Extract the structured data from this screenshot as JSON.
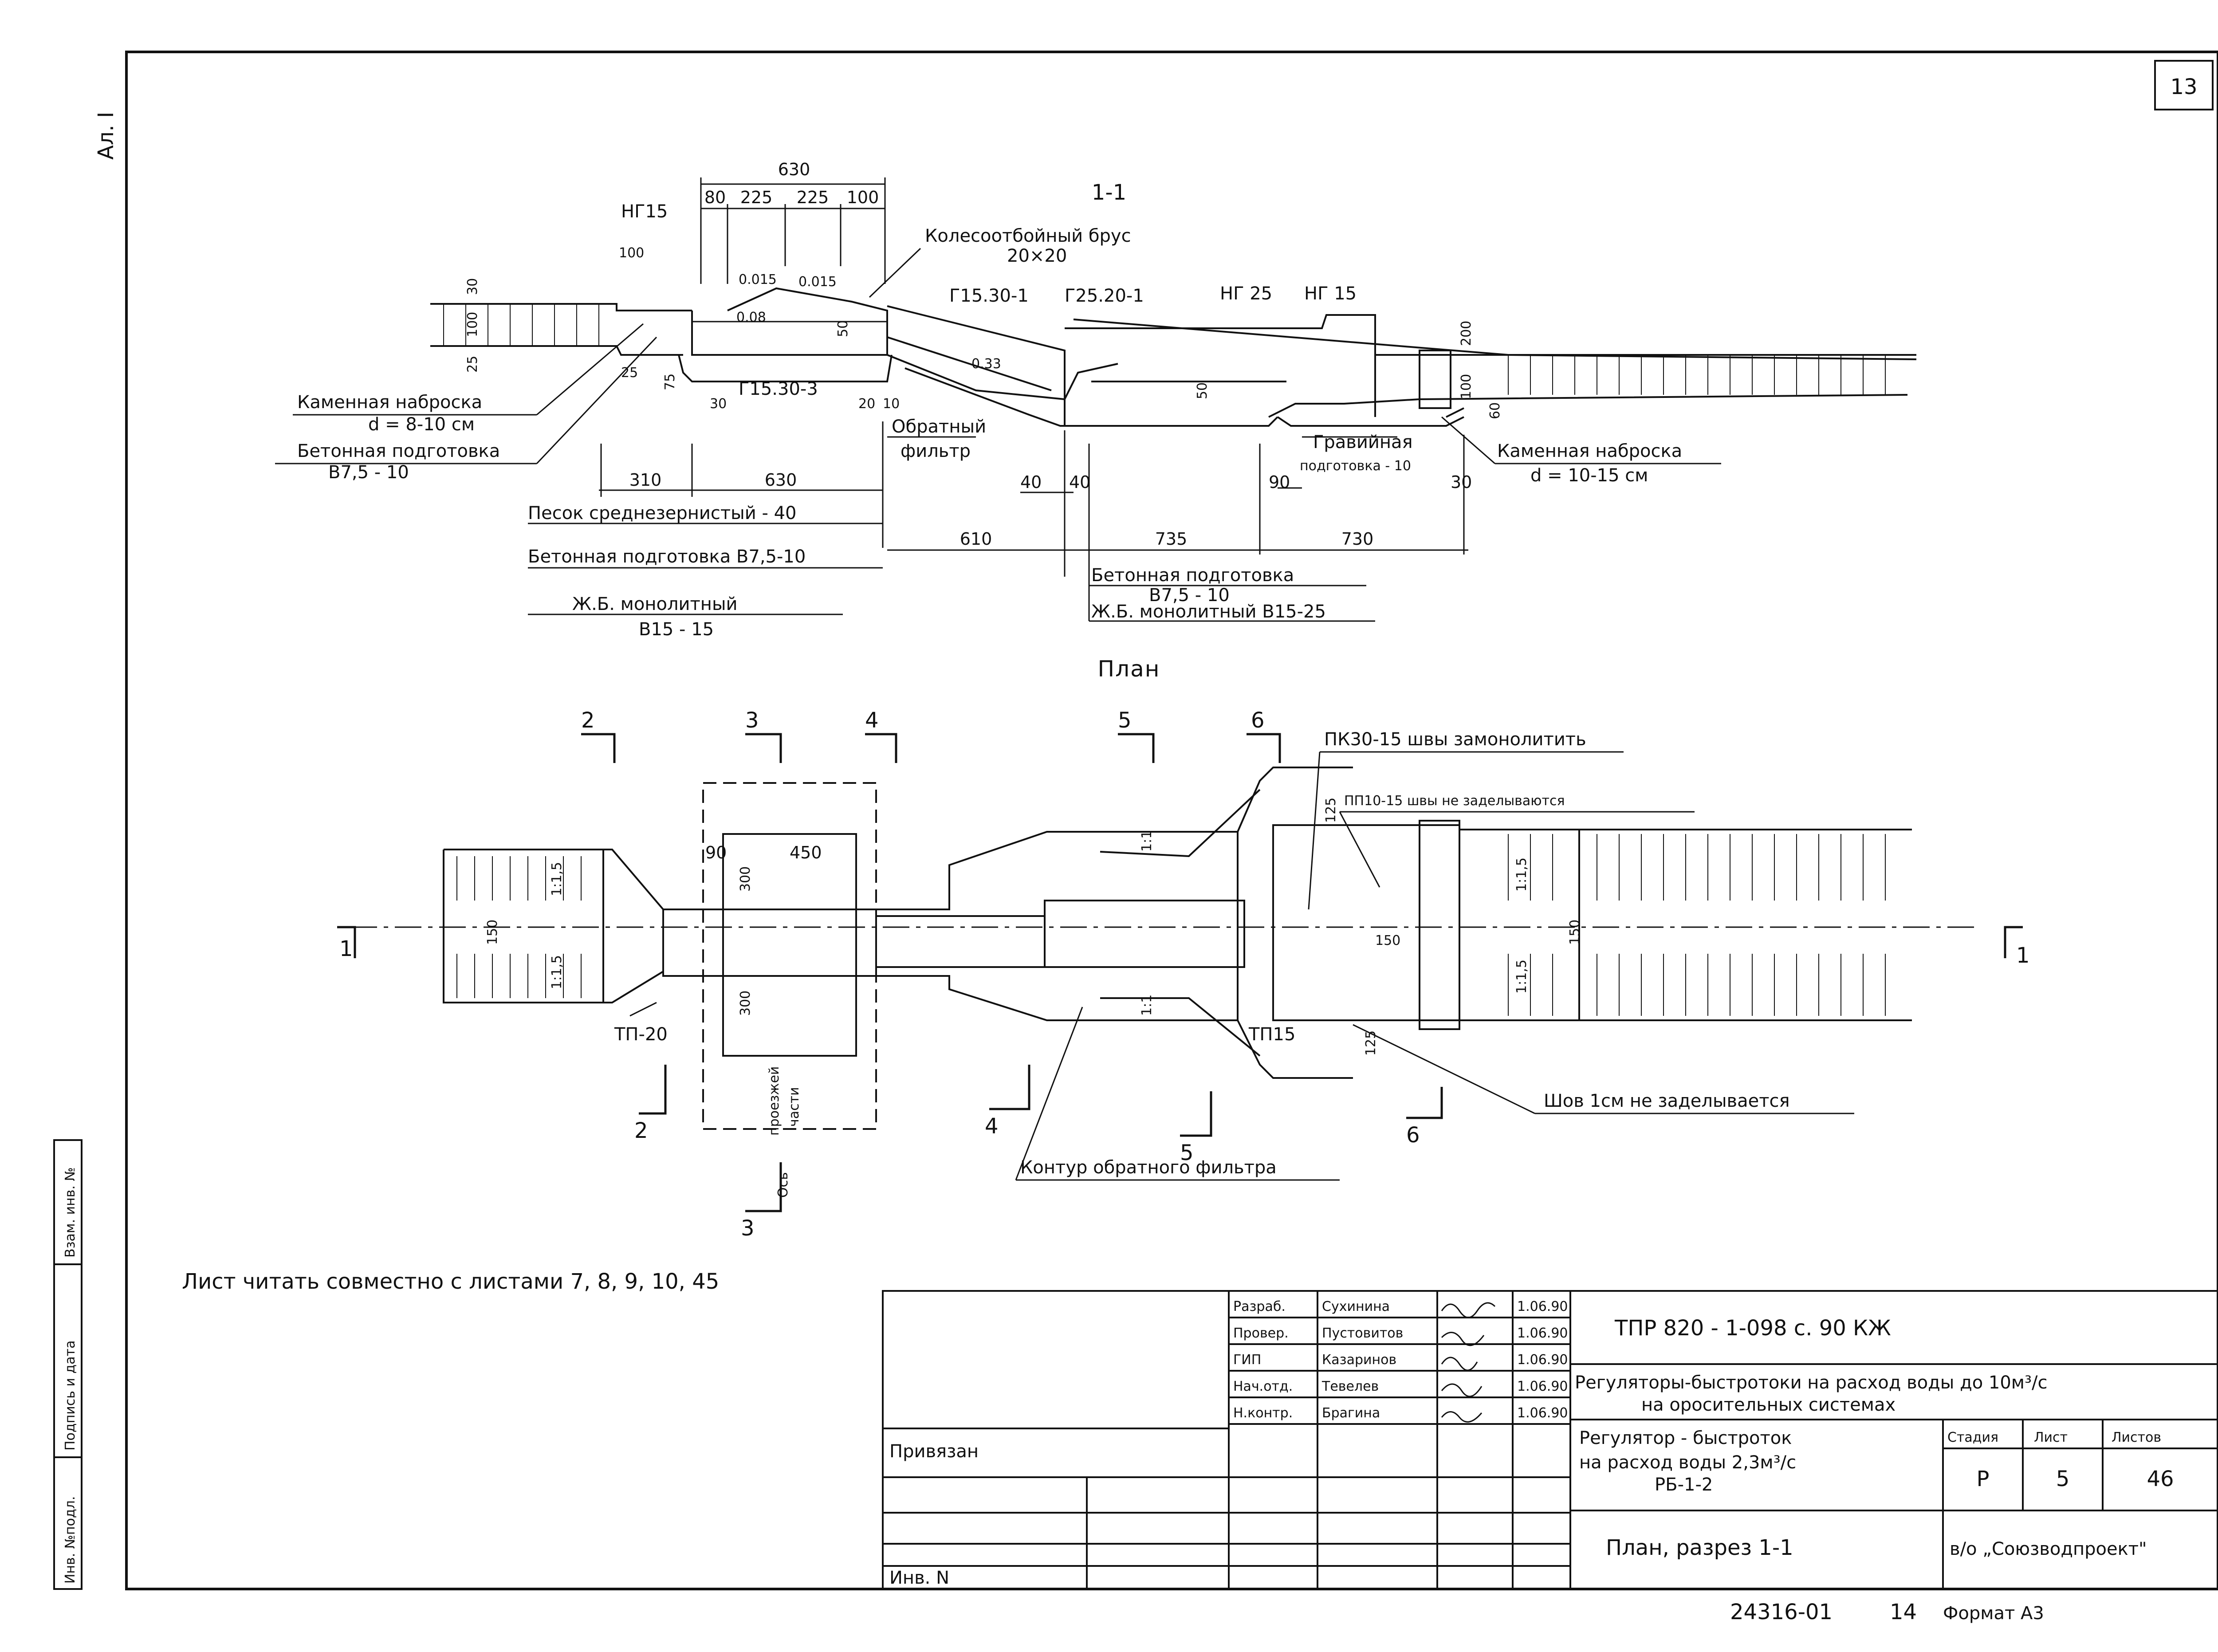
{
  "sheet": {
    "page_number": "13",
    "corner_mark": "Ал. I",
    "note": "Лист читать совместно с листами 7, 8, 9, 10, 45",
    "footer_code": "24316-01",
    "footer_sheet": "14",
    "format": "Формат А3"
  },
  "section": {
    "title": "1-1",
    "dims_top": [
      "630",
      "80",
      "225",
      "225",
      "100"
    ],
    "labels": {
      "ng15": "НГ15",
      "ng25": "НГ 25",
      "ng15b": "НГ 15",
      "brus": "Колесоотбойный брус",
      "brus_size": "20×20",
      "g1530": "Г15.30-1",
      "g2520": "Г25.20-1",
      "g15303": "Г15.30-3",
      "slope1": "0.015",
      "slope2": "0.015",
      "slope3": "0.08",
      "slope4": "0.33",
      "kamen1": "Каменная наброска",
      "kamen1_d": "d = 8-10 см",
      "beton1": "Бетонная подготовка",
      "beton1_b": "В7,5 - 10",
      "obr": "Обратный",
      "filtr": "фильтр",
      "grav": "Гравийная",
      "grav2": "подготовка - 10",
      "kamen2": "Каменная наброска",
      "kamen2_d": "d = 10-15 см",
      "pesok": "Песок среднезернистый - 40",
      "beton2": "Бетонная подготовка В7,5-10",
      "zhb": "Ж.Б. монолитный",
      "zhb_b": "В15 - 15",
      "beton3": "Бетонная подготовка",
      "beton3_b": "В7,5 - 10",
      "zhb2": "Ж.Б. монолитный В15-25"
    },
    "dims_other": {
      "d30": "30",
      "d100": "100",
      "d25": "25",
      "d75": "75",
      "d100b": "100",
      "d25b": "25",
      "d30b": "30",
      "d50": "50",
      "d20": "20",
      "d10": "10",
      "d50b": "50",
      "d200": "200",
      "d100c": "100",
      "d60": "60",
      "d310": "310",
      "d630": "630",
      "d40": "40",
      "d40b": "40",
      "d90": "90",
      "d30c": "30",
      "d610": "610",
      "d735": "735",
      "d730": "730"
    }
  },
  "plan": {
    "title": "План",
    "sections": [
      "2",
      "3",
      "4",
      "5",
      "6",
      "1"
    ],
    "labels": {
      "pk": "ПК30-15 швы замонолитить",
      "pp": "ПП10-15 швы не заделываются",
      "tp20": "ТП-20",
      "tp15": "ТП15",
      "shov": "Шов 1см не заделывается",
      "kontur": "Контур обратного фильтра",
      "proezd1": "проезжей",
      "proezd2": "части",
      "os": "Ось"
    },
    "dims": {
      "d450": "450",
      "d90": "90",
      "d300": "300",
      "d300b": "300",
      "d150": "150",
      "d150b": "150",
      "d150c": "150",
      "s115a": "1:1,5",
      "s115b": "1:1,5",
      "s115c": "1:1,5",
      "s115d": "1:1,5",
      "s11a": "1:1",
      "s11b": "1:1",
      "d125a": "125",
      "d125b": "125"
    }
  },
  "side_stamp": {
    "col1": "Инв. №подл.",
    "col2": "Подпись и дата",
    "col3": "Взам. инв. №"
  },
  "title_block": {
    "privyazan": "Привязан",
    "inv": "Инв. N",
    "roles": [
      "Разраб.",
      "Провер.",
      "ГИП",
      "Нач.отд.",
      "Н.контр."
    ],
    "names": [
      "Сухинина",
      "Пустовитов",
      "Казаринов",
      "Тевелев",
      "Брагина"
    ],
    "dates": [
      "1.06.90",
      "1.06.90",
      "1.06.90",
      "1.06.90",
      "1.06.90"
    ],
    "code": "ТПР   820 - 1-098 с. 90   КЖ",
    "project": "Регуляторы-быстротоки на расход воды до 10м³/с",
    "project2": "на оросительных системах",
    "object": "Регулятор - быстроток",
    "object2": "на расход воды 2,3м³/с",
    "object3": "РБ-1-2",
    "stage_h": "Стадия",
    "sheet_h": "Лист",
    "sheets_h": "Листов",
    "stage": "Р",
    "sheet": "5",
    "sheets": "46",
    "drawing": "План, разрез 1-1",
    "org": "в/о „Союзводпроект\""
  }
}
